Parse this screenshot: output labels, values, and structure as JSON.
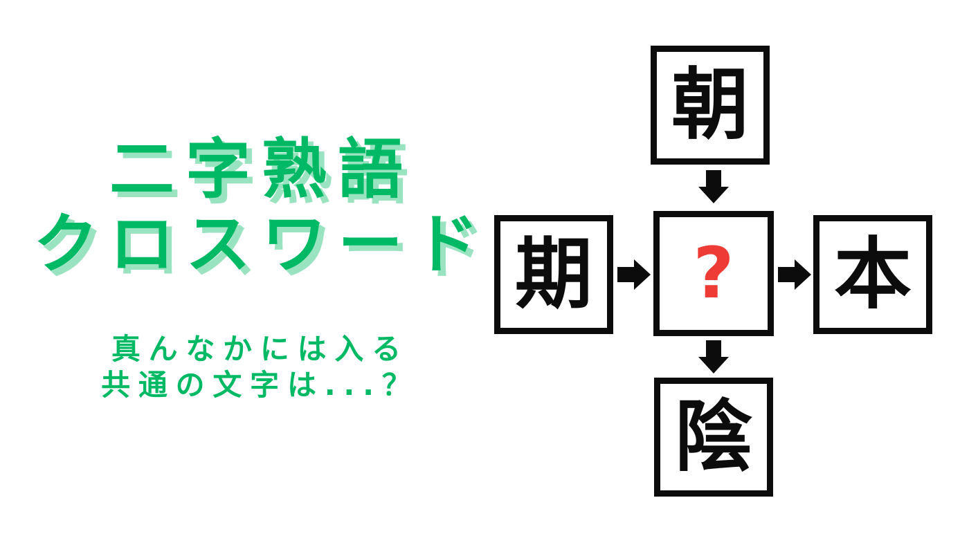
{
  "title": {
    "line1": "二字熟語",
    "line2": "クロスワード"
  },
  "subtitle": {
    "line1": "真んなかには入る",
    "line2": "共通の文字は...？"
  },
  "board": {
    "top_char": "朝",
    "left_char": "期",
    "center_char": "?",
    "right_char": "本",
    "bottom_char": "陰"
  },
  "icons": {
    "arrow_down": "block-arrow-down",
    "arrow_right": "block-arrow-right"
  },
  "colors": {
    "title_green": "#00b964",
    "title_shadow_mint": "#9ae3c0",
    "question_red": "#ee3b35",
    "tile_black": "#0c0c0c",
    "background": "#ffffff"
  }
}
